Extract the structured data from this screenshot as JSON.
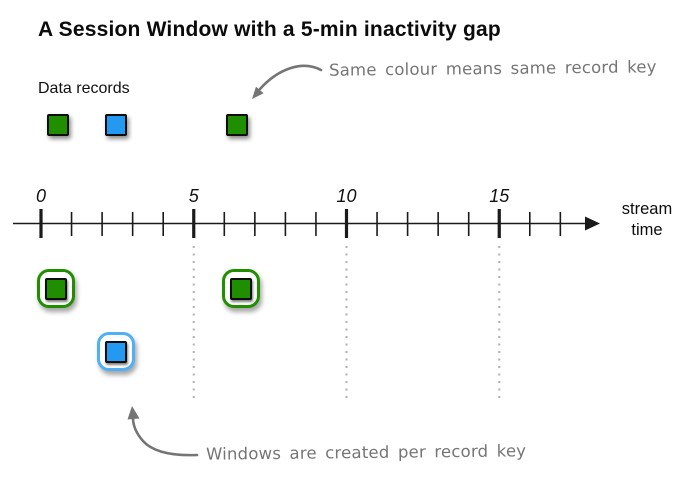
{
  "title": "A Session Window with a 5-min inactivity gap",
  "labels": {
    "data_records": "Data records",
    "stream_time": [
      "stream",
      "time"
    ]
  },
  "annotations": {
    "same_colour": "Same colour means same record key",
    "windows_created": "Windows are created per record key"
  },
  "axis": {
    "major_ticks": [
      {
        "t": 0,
        "label": "0"
      },
      {
        "t": 5,
        "label": "5"
      },
      {
        "t": 10,
        "label": "10"
      },
      {
        "t": 15,
        "label": "15"
      }
    ],
    "minor_ticks": [
      1,
      2,
      3,
      4,
      6,
      7,
      8,
      9,
      11,
      12,
      13,
      14,
      16,
      17
    ],
    "gap_guides_at": [
      5,
      10,
      15
    ],
    "inactivity_gap_minutes": 5
  },
  "records": [
    {
      "color": "green",
      "time": 0.55
    },
    {
      "color": "blue",
      "time": 2.45
    },
    {
      "color": "green",
      "time": 6.4
    }
  ],
  "windows": [
    {
      "color": "green",
      "time": 0.5,
      "row": 0
    },
    {
      "color": "blue",
      "time": 2.47,
      "row": 1
    },
    {
      "color": "green",
      "time": 6.55,
      "row": 0
    }
  ],
  "colors": {
    "green": "#1f8f00",
    "blue": "#2399f2",
    "blue_window_border": "#4fb0f6",
    "annotation_gray": "#757575",
    "guide_gray": "#b0b0b0",
    "axis_black": "#1a1a1a"
  }
}
